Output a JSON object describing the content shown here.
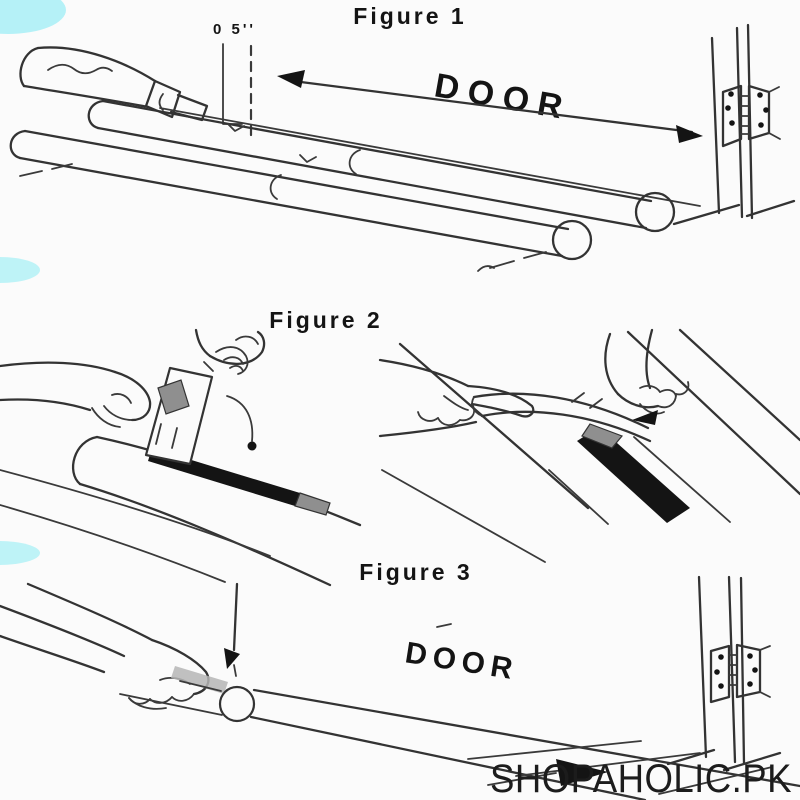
{
  "figure1": {
    "title": "Figure 1",
    "measurement_label": "0 5''",
    "door_label": "DOOR"
  },
  "figure2": {
    "title": "Figure 2"
  },
  "figure3": {
    "title": "Figure 3",
    "door_label": "DOOR"
  },
  "watermark": "SHOPAHOLIC.PK",
  "colors": {
    "paper": "#fbfbfb",
    "ink": "#333333",
    "adhesive_black": "#141414",
    "shade_gray": "#8f8f8f",
    "smudge_cyan": "#9deef5"
  }
}
